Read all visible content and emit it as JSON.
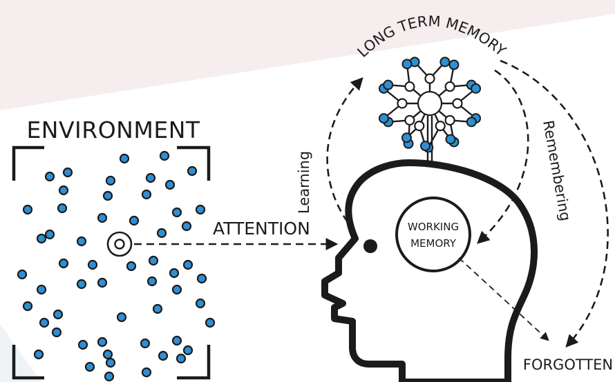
{
  "labels": {
    "environment": "ENVIRONMENT",
    "attention": "ATTENTION",
    "long_term_memory": "LONG TERM MEMORY",
    "working_memory_line1": "WORKING",
    "working_memory_line2": "MEMORY",
    "learning": "Learning",
    "remembering": "Remembering",
    "forgotten": "FORGOTTEN"
  },
  "colors": {
    "accent_blue": "#2e8fd1",
    "ink": "#1b1b1b",
    "background_tint": "#f6eeee"
  }
}
